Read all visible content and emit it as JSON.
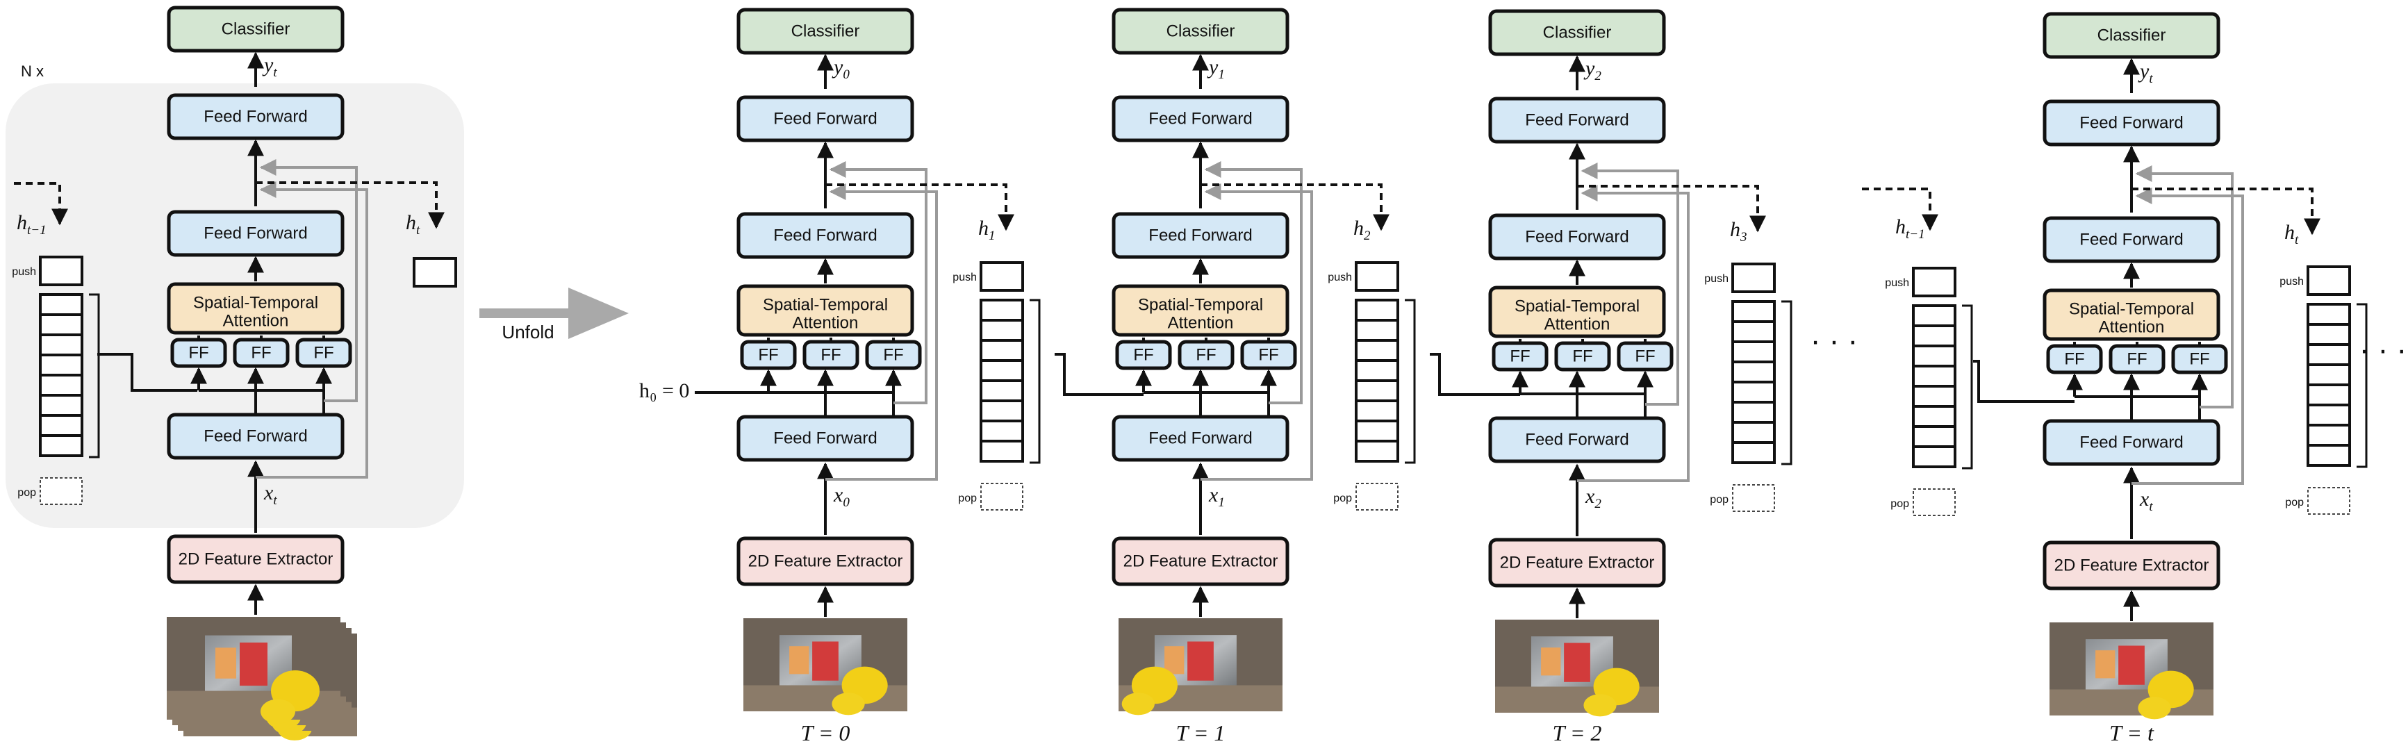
{
  "module": {
    "repeat_label": "N x",
    "classifier_label": "Classifier",
    "feed_forward_label": "Feed Forward",
    "attention_label_line1": "Spatial-Temporal",
    "attention_label_line2": "Attention",
    "ff_label": "FF",
    "extractor_label": "2D Feature Extractor",
    "push_label": "push",
    "pop_label": "pop",
    "output_symbol": "y",
    "input_symbol": "x",
    "state_symbol": "h"
  },
  "left_subscripts": {
    "output": "t",
    "input": "t",
    "state_prev": "t−1",
    "state_next": "t"
  },
  "unfold_label": "Unfold",
  "initial_state_label": "h₀ = 0",
  "ellipsis": "· · ·",
  "steps": [
    {
      "output_sub": "0",
      "input_sub": "0",
      "state_sub": "1",
      "time_label": "T = 0",
      "frame": "frame-0"
    },
    {
      "output_sub": "1",
      "input_sub": "1",
      "state_sub": "2",
      "time_label": "T = 1",
      "frame": "frame-1"
    },
    {
      "output_sub": "2",
      "input_sub": "2",
      "state_sub": "3",
      "time_label": "T = 2",
      "frame": "frame-2"
    },
    {
      "output_sub": "t",
      "input_sub": "t",
      "state_sub": "t",
      "time_label": "T = t",
      "frame": "frame-t",
      "state_in_sub": "t−1"
    }
  ],
  "colors": {
    "classifier_fill": "#d4e6d2",
    "feed_forward_fill": "#d5e8f6",
    "attention_fill": "#f8e4c3",
    "extractor_fill": "#f7dfdd",
    "module_bg": "#f1f1f1",
    "residual_gray": "#9a9a9a",
    "unfold_arrow": "#a9a9a9"
  }
}
